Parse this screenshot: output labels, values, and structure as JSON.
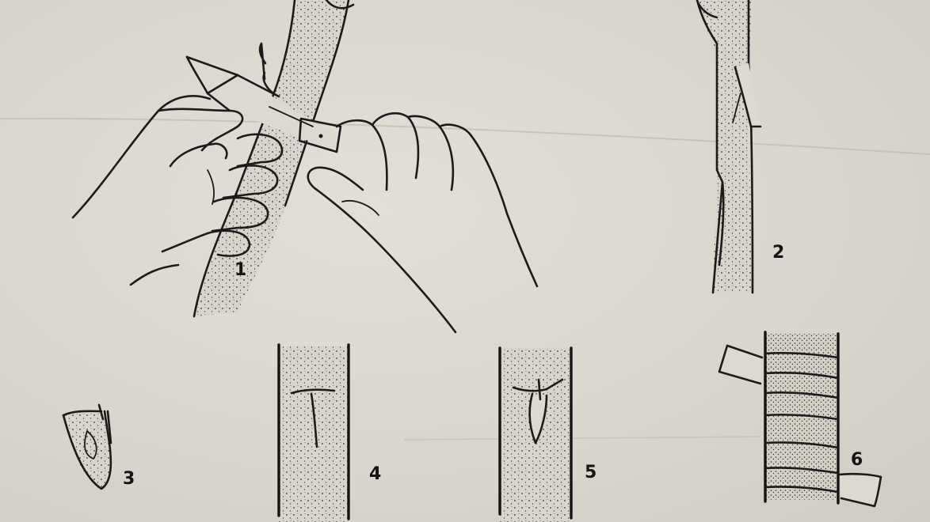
{
  "figures": [
    {
      "label": "1"
    },
    {
      "label": "2"
    },
    {
      "label": "3"
    },
    {
      "label": "4"
    },
    {
      "label": "5"
    },
    {
      "label": "6"
    }
  ],
  "colors": {
    "paper": "#dcd9d1",
    "ink": "#1b1b1b"
  }
}
